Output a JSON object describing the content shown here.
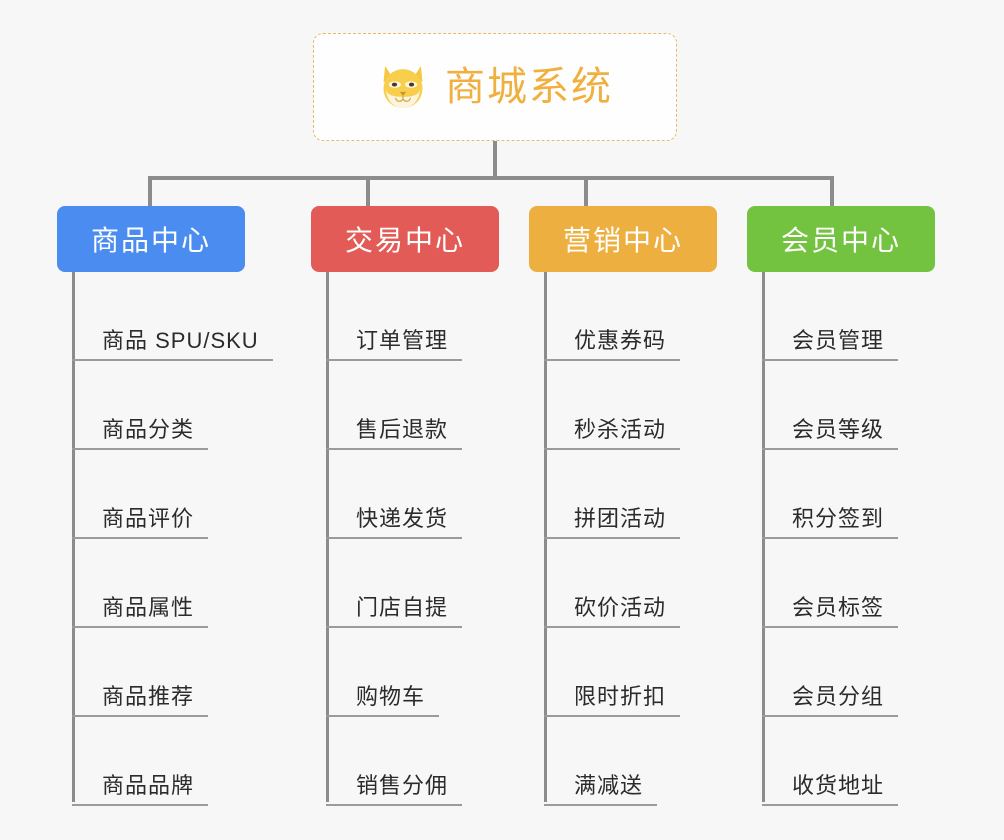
{
  "diagram": {
    "background_color": "#f7f7f7",
    "connector_color": "#8c8c8c",
    "root": {
      "title": "商城系统",
      "icon": "shiba-dog-face-icon",
      "text_color": "#f0b040",
      "border_color": "#e7b96a",
      "background_color": "#fefefe"
    },
    "columns": [
      {
        "header": "商品中心",
        "color": "#4a8cf0",
        "items": [
          "商品 SPU/SKU",
          "商品分类",
          "商品评价",
          "商品属性",
          "商品推荐",
          "商品品牌"
        ]
      },
      {
        "header": "交易中心",
        "color": "#e35b57",
        "items": [
          "订单管理",
          "售后退款",
          "快递发货",
          "门店自提",
          "购物车",
          "销售分佣"
        ]
      },
      {
        "header": "营销中心",
        "color": "#eeaf41",
        "items": [
          "优惠券码",
          "秒杀活动",
          "拼团活动",
          "砍价活动",
          "限时折扣",
          "满减送"
        ]
      },
      {
        "header": "会员中心",
        "color": "#73c240",
        "items": [
          "会员管理",
          "会员等级",
          "积分签到",
          "会员标签",
          "会员分组",
          "收货地址"
        ]
      }
    ]
  }
}
